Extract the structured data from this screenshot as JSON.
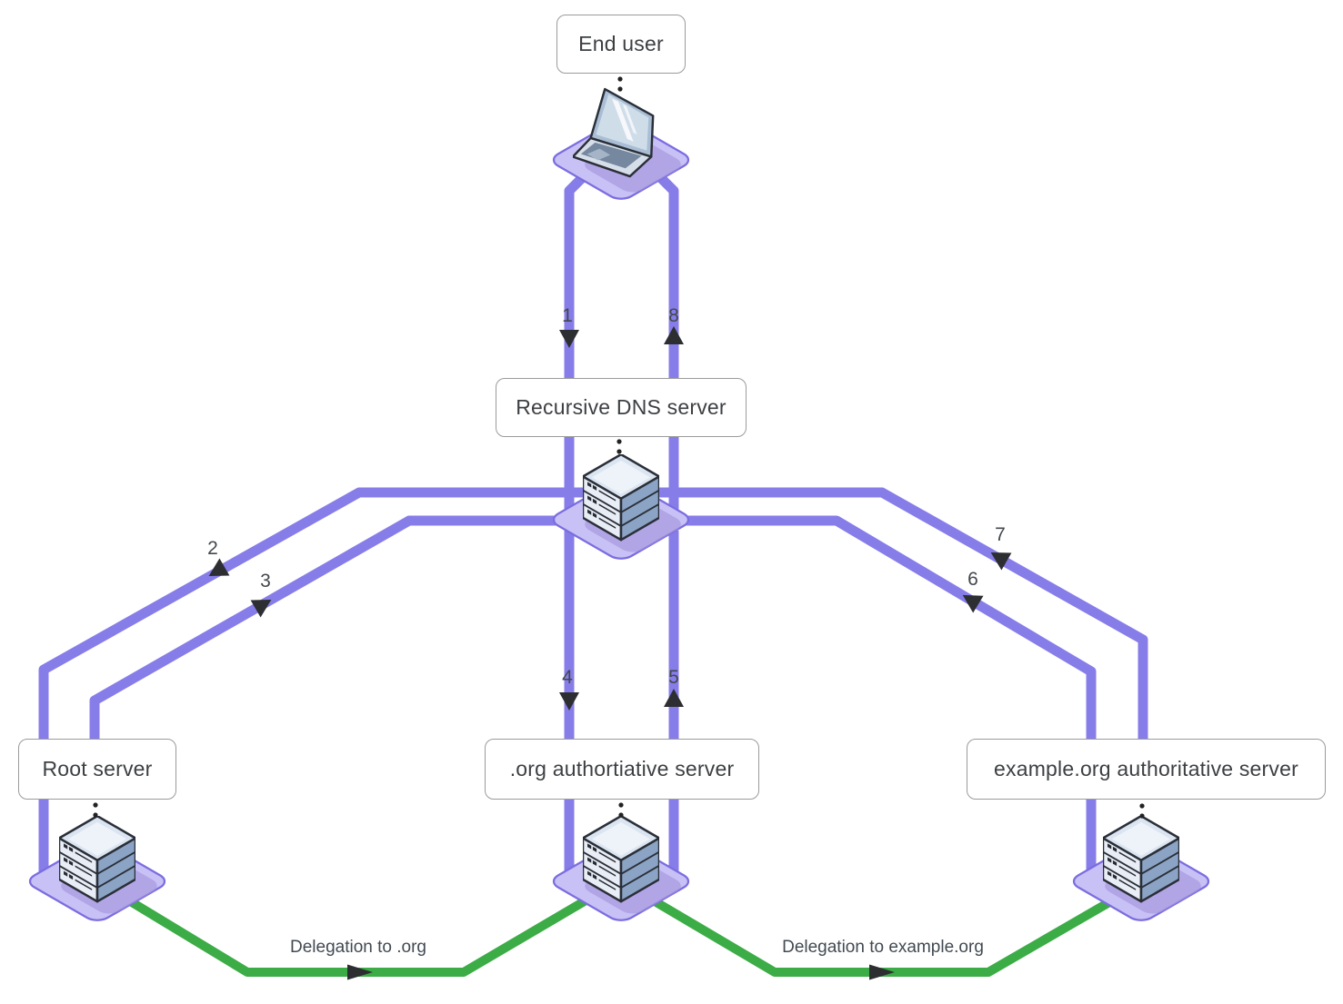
{
  "diagram": {
    "type": "dns-resolution-flow",
    "nodes": {
      "end_user": {
        "label": "End user",
        "icon": "laptop-icon"
      },
      "recursive": {
        "label": "Recursive DNS server",
        "icon": "server-stack-icon"
      },
      "root": {
        "label": "Root server",
        "icon": "server-stack-icon"
      },
      "org": {
        "label": ".org authortiative server",
        "icon": "server-stack-icon"
      },
      "example_org": {
        "label": "example.org authoritative server",
        "icon": "server-stack-icon"
      }
    },
    "steps": [
      {
        "num": "1",
        "between": [
          "End user",
          "Recursive DNS server"
        ],
        "arrow": "down"
      },
      {
        "num": "2",
        "between": [
          "Recursive DNS server",
          "Root server"
        ],
        "arrow": "down-left"
      },
      {
        "num": "3",
        "between": [
          "Root server",
          "Recursive DNS server"
        ],
        "arrow": "up-right"
      },
      {
        "num": "4",
        "between": [
          "Recursive DNS server",
          ".org authortiative server"
        ],
        "arrow": "down"
      },
      {
        "num": "5",
        "between": [
          ".org authortiative server",
          "Recursive DNS server"
        ],
        "arrow": "up"
      },
      {
        "num": "6",
        "between": [
          "Recursive DNS server",
          "example.org authoritative server"
        ],
        "arrow": "up-left"
      },
      {
        "num": "7",
        "between": [
          "example.org authoritative server",
          "Recursive DNS server"
        ],
        "arrow": "up-left"
      },
      {
        "num": "8",
        "between": [
          "Recursive DNS server",
          "End user"
        ],
        "arrow": "up"
      }
    ],
    "delegations": [
      {
        "label": "Delegation to .org",
        "between": [
          "Root server",
          ".org authortiative server"
        ]
      },
      {
        "label": "Delegation to example.org",
        "between": [
          ".org authortiative server",
          "example.org authoritative server"
        ]
      }
    ],
    "colors": {
      "connector": "#877de9",
      "delegation": "#3cac46",
      "platform_fill": "#c8c1f5",
      "platform_border": "#7b6de0",
      "arrowhead": "#2d2e32"
    }
  }
}
